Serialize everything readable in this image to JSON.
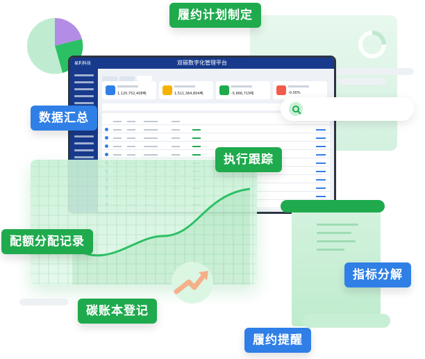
{
  "labels": {
    "contract_plan": "履约计划制定",
    "data_summary": "数据汇总",
    "execution_tracking": "执行跟踪",
    "quota_allocation": "配额分配记录",
    "indicator_breakdown": "指标分解",
    "carbon_ledger": "碳账本登记",
    "contract_reminder": "履约提醒"
  },
  "platform": {
    "title": "双碳数字化管理平台",
    "logo": "易利科技"
  },
  "stats": [
    {
      "value": "1,120,752,408吨",
      "color": "#2f7fe6"
    },
    {
      "value": "1,511,364,804吨",
      "color": "#f5b300"
    },
    {
      "value": "-5,666,715吨",
      "color": "#1faa4d"
    },
    {
      "value": "-0.00%",
      "color": "#f25c4b"
    }
  ],
  "colors": {
    "green": "#1faa4d",
    "blue": "#2f7fe6",
    "navy": "#173a8c"
  },
  "icons": [
    "pie-chart-icon",
    "donut-chart-icon",
    "search-icon",
    "growth-arrow-icon",
    "scroll-icon"
  ]
}
